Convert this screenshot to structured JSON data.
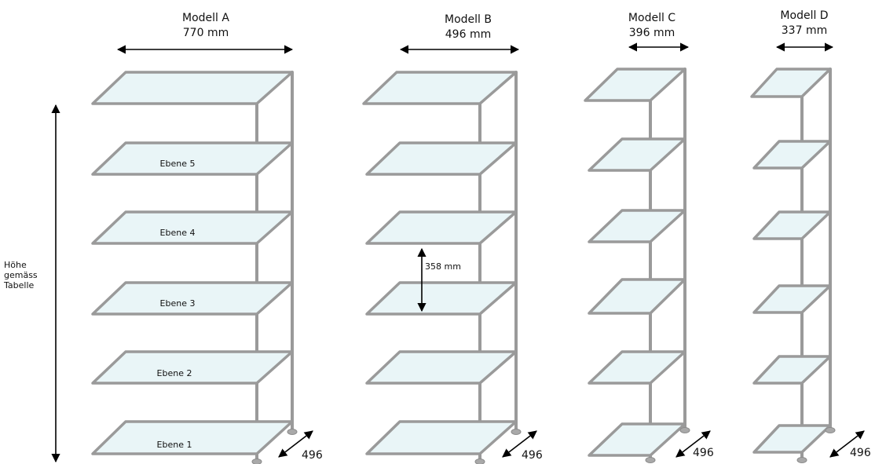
{
  "models": [
    {
      "name": "Modell A",
      "width_label": "770 mm",
      "depth_label": "496",
      "levels": [
        "Ebene 5",
        "Ebene 4",
        "Ebene 3",
        "Ebene 2",
        "Ebene 1"
      ]
    },
    {
      "name": "Modell B",
      "width_label": "496 mm",
      "depth_label": "496"
    },
    {
      "name": "Modell C",
      "width_label": "396 mm",
      "depth_label": "496"
    },
    {
      "name": "Modell D",
      "width_label": "337 mm",
      "depth_label": "496"
    }
  ],
  "height_label": {
    "line1": "Höhe",
    "line2": "gemäss",
    "line3": "Tabelle"
  },
  "spacing_label": "358 mm"
}
